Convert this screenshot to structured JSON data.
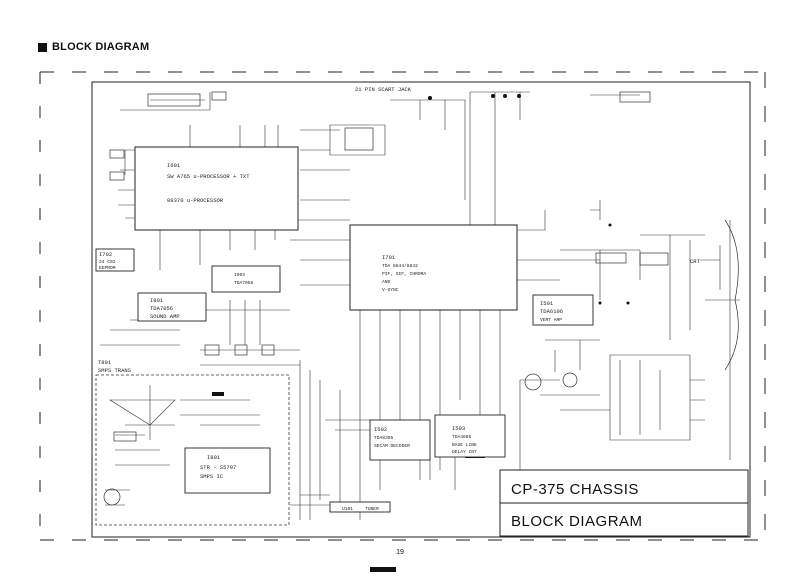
{
  "header": {
    "title": "BLOCK DIAGRAM"
  },
  "scart": {
    "label": "21 PIN SCART JACK"
  },
  "blocks": {
    "i601": {
      "ref": "I601",
      "line1": "SW A765  u-PROCESSOR  + TXT",
      "line2": "09370  u-PROCESSOR"
    },
    "i701": {
      "ref": "I701",
      "line1": "TDA 8844/8842",
      "line2": "PIF, SIF, CHROMA",
      "line3": "AND",
      "line4": "V-SYNC"
    },
    "i702": {
      "ref": "I702",
      "line1": "24 C02",
      "line2": "EEPROM"
    },
    "i801": {
      "ref": "I801",
      "line1": "TDA7056",
      "line2": "SOUND AMP"
    },
    "i803": {
      "ref": "I803",
      "line1": "TDA7056"
    },
    "i501": {
      "ref": "I501",
      "line1": "TDA6106",
      "line2": "VERT AMP"
    },
    "i502": {
      "ref": "I502",
      "line1": "TDA8395",
      "line2": "SECAM DECODER"
    },
    "i503": {
      "ref": "I503",
      "line1": "TDA4665",
      "line2": "BASE LINE",
      "line3": "DELAY INT"
    },
    "i801b": {
      "ref": "I801",
      "line1": "STR - S5707",
      "line2": "SMPS IC"
    },
    "t801": {
      "ref": "T801",
      "line1": "SMPS TRANS"
    },
    "u101": {
      "ref": "U101",
      "line1": "TUNER"
    }
  },
  "crt_label": "CRT",
  "title_block": {
    "line1": "CP-375 CHASSIS",
    "line2": "BLOCK DIAGRAM"
  },
  "footer": {
    "page_number": "19"
  }
}
